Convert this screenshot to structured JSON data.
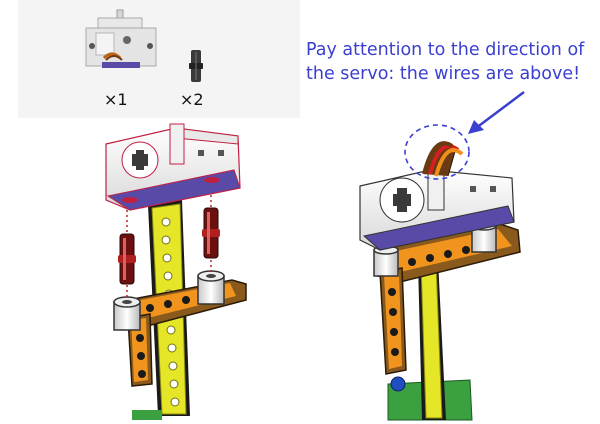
{
  "parts": {
    "servo_count": "×1",
    "pin_count": "×2"
  },
  "note": {
    "line1": "Pay attention to the direction of",
    "line2": "the servo: the wires are above!"
  },
  "colors": {
    "note_text": "#3a3fd0",
    "arrow": "#3a3fd0",
    "beam_yellow": "#e6e628",
    "beam_orange": "#f0941e",
    "beam_brown": "#8a5a1c",
    "servo_white": "#f2f2f2",
    "servo_purple": "#5a4aa8",
    "pin_red": "#b02020",
    "wire_red": "#d42020",
    "wire_brown": "#6a3a12",
    "wire_orange": "#f09018",
    "base_green": "#3aa040"
  },
  "icons": [
    "servo-icon",
    "connector-pin-icon",
    "arrow-icon",
    "dashed-circle-icon"
  ]
}
